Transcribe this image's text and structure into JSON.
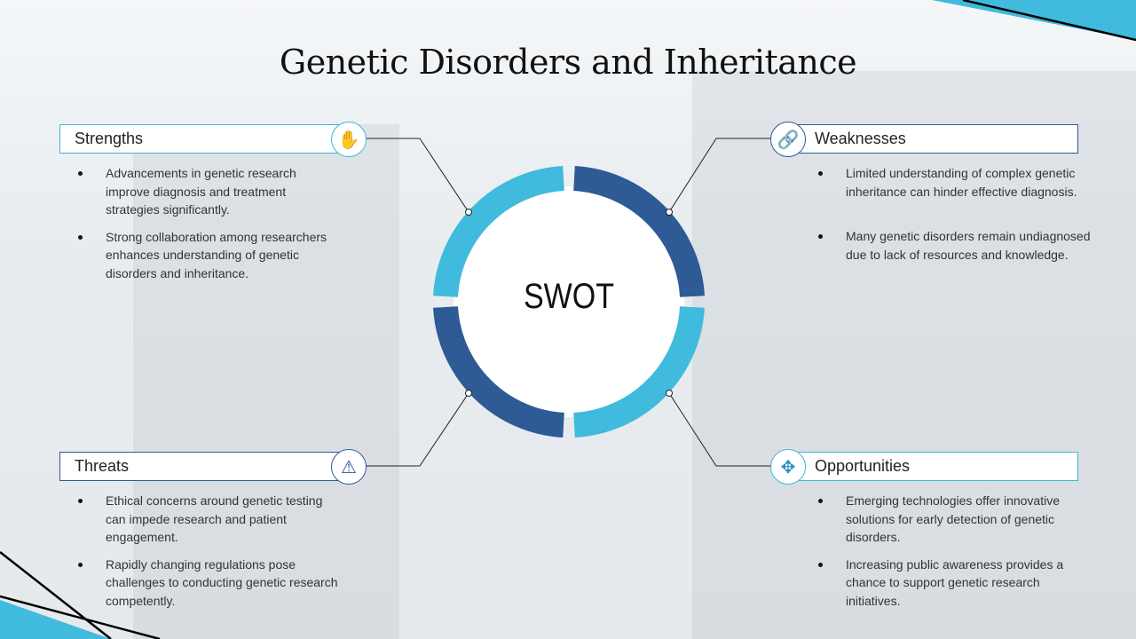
{
  "title": "Genetic Disorders and Inheritance",
  "center": "SWOT",
  "colors": {
    "light": "#40bbdd",
    "dark": "#2e5a96"
  },
  "quadrants": {
    "strengths": {
      "label": "Strengths",
      "icon": "raised-hands-icon",
      "items": [
        "Advancements in genetic research improve diagnosis and treatment strategies significantly.",
        "Strong collaboration among researchers enhances understanding of genetic disorders and inheritance."
      ]
    },
    "weaknesses": {
      "label": "Weaknesses",
      "icon": "broken-link-icon",
      "items": [
        "Limited understanding of complex genetic inheritance can hinder effective diagnosis.",
        "Many genetic disorders remain undiagnosed due to lack of resources and knowledge."
      ]
    },
    "threats": {
      "label": "Threats",
      "icon": "warning-bomb-icon",
      "items": [
        "Ethical concerns around genetic testing can impede research and patient engagement.",
        "Rapidly changing regulations pose challenges to conducting genetic research competently."
      ]
    },
    "opportunities": {
      "label": "Opportunities",
      "icon": "person-expand-icon",
      "items": [
        "Emerging technologies offer innovative solutions for early detection of genetic disorders.",
        "Increasing public awareness provides a chance to support genetic research initiatives."
      ]
    }
  }
}
